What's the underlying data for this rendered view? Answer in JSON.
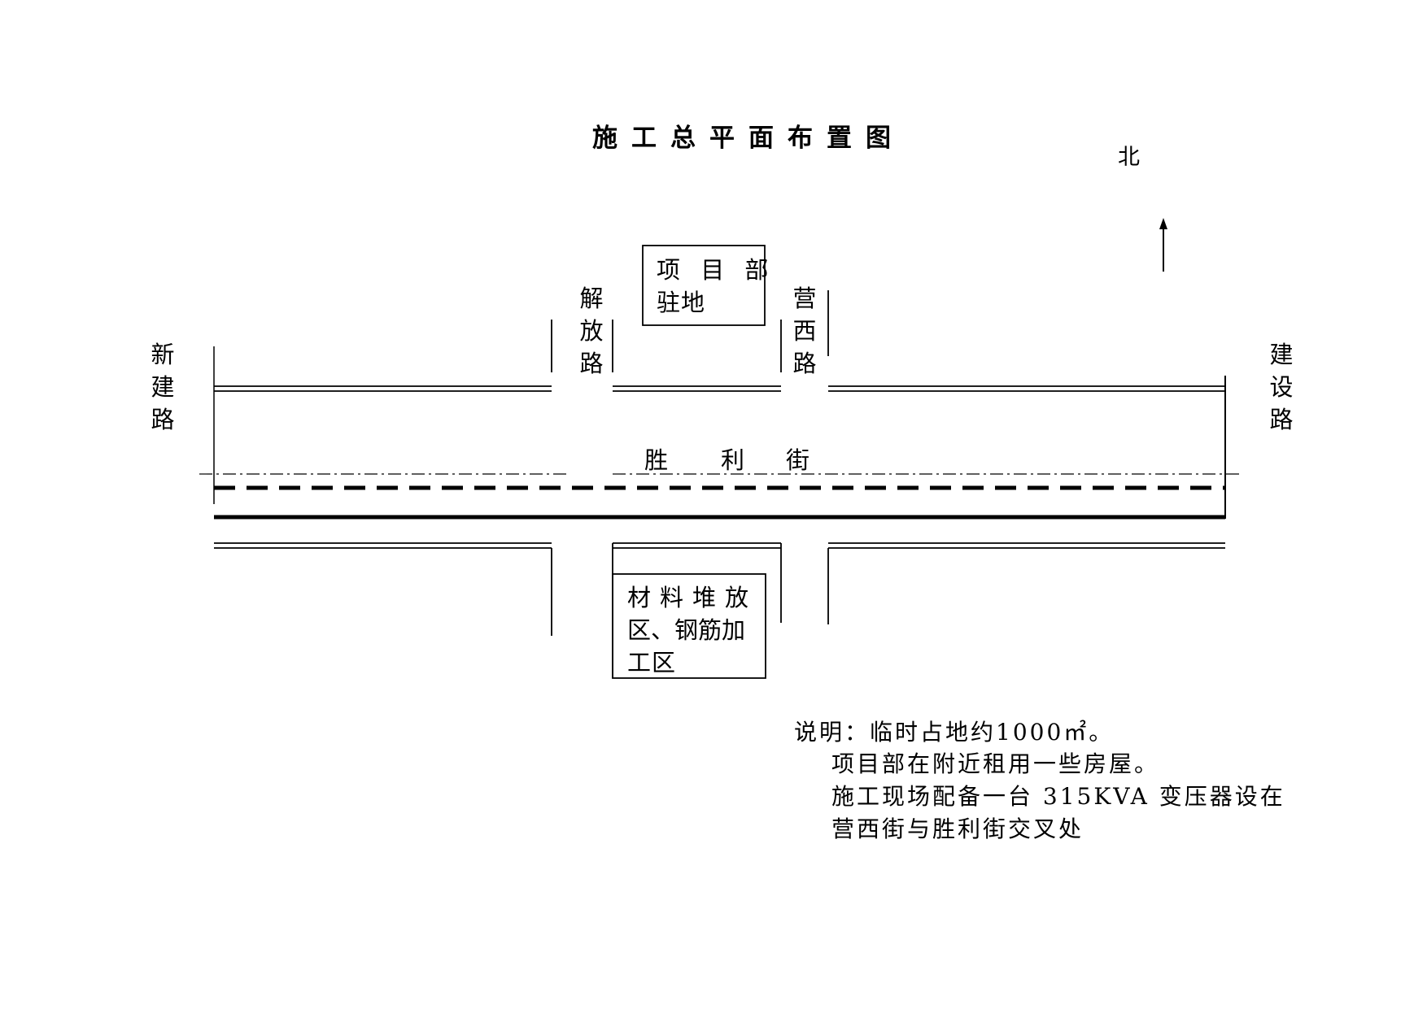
{
  "title": "施工总平面布置图",
  "compass": {
    "label": "北"
  },
  "roads": {
    "left": "新建路",
    "right": "建设路",
    "north_a": "解放路",
    "north_b": "营西路",
    "main": [
      "胜",
      "利",
      "街"
    ]
  },
  "boxes": {
    "project_dept": [
      "项 目 部",
      "驻地"
    ],
    "material_area": [
      "材料堆放",
      "区、钢筋加",
      "工区"
    ]
  },
  "notes": {
    "line1": "说明：临时占地约1000㎡。",
    "line2": "项目部在附近租用一些房屋。",
    "line3": "施工现场配备一台 315KVA 变压器设在",
    "line4": "营西街与胜利街交叉处"
  }
}
